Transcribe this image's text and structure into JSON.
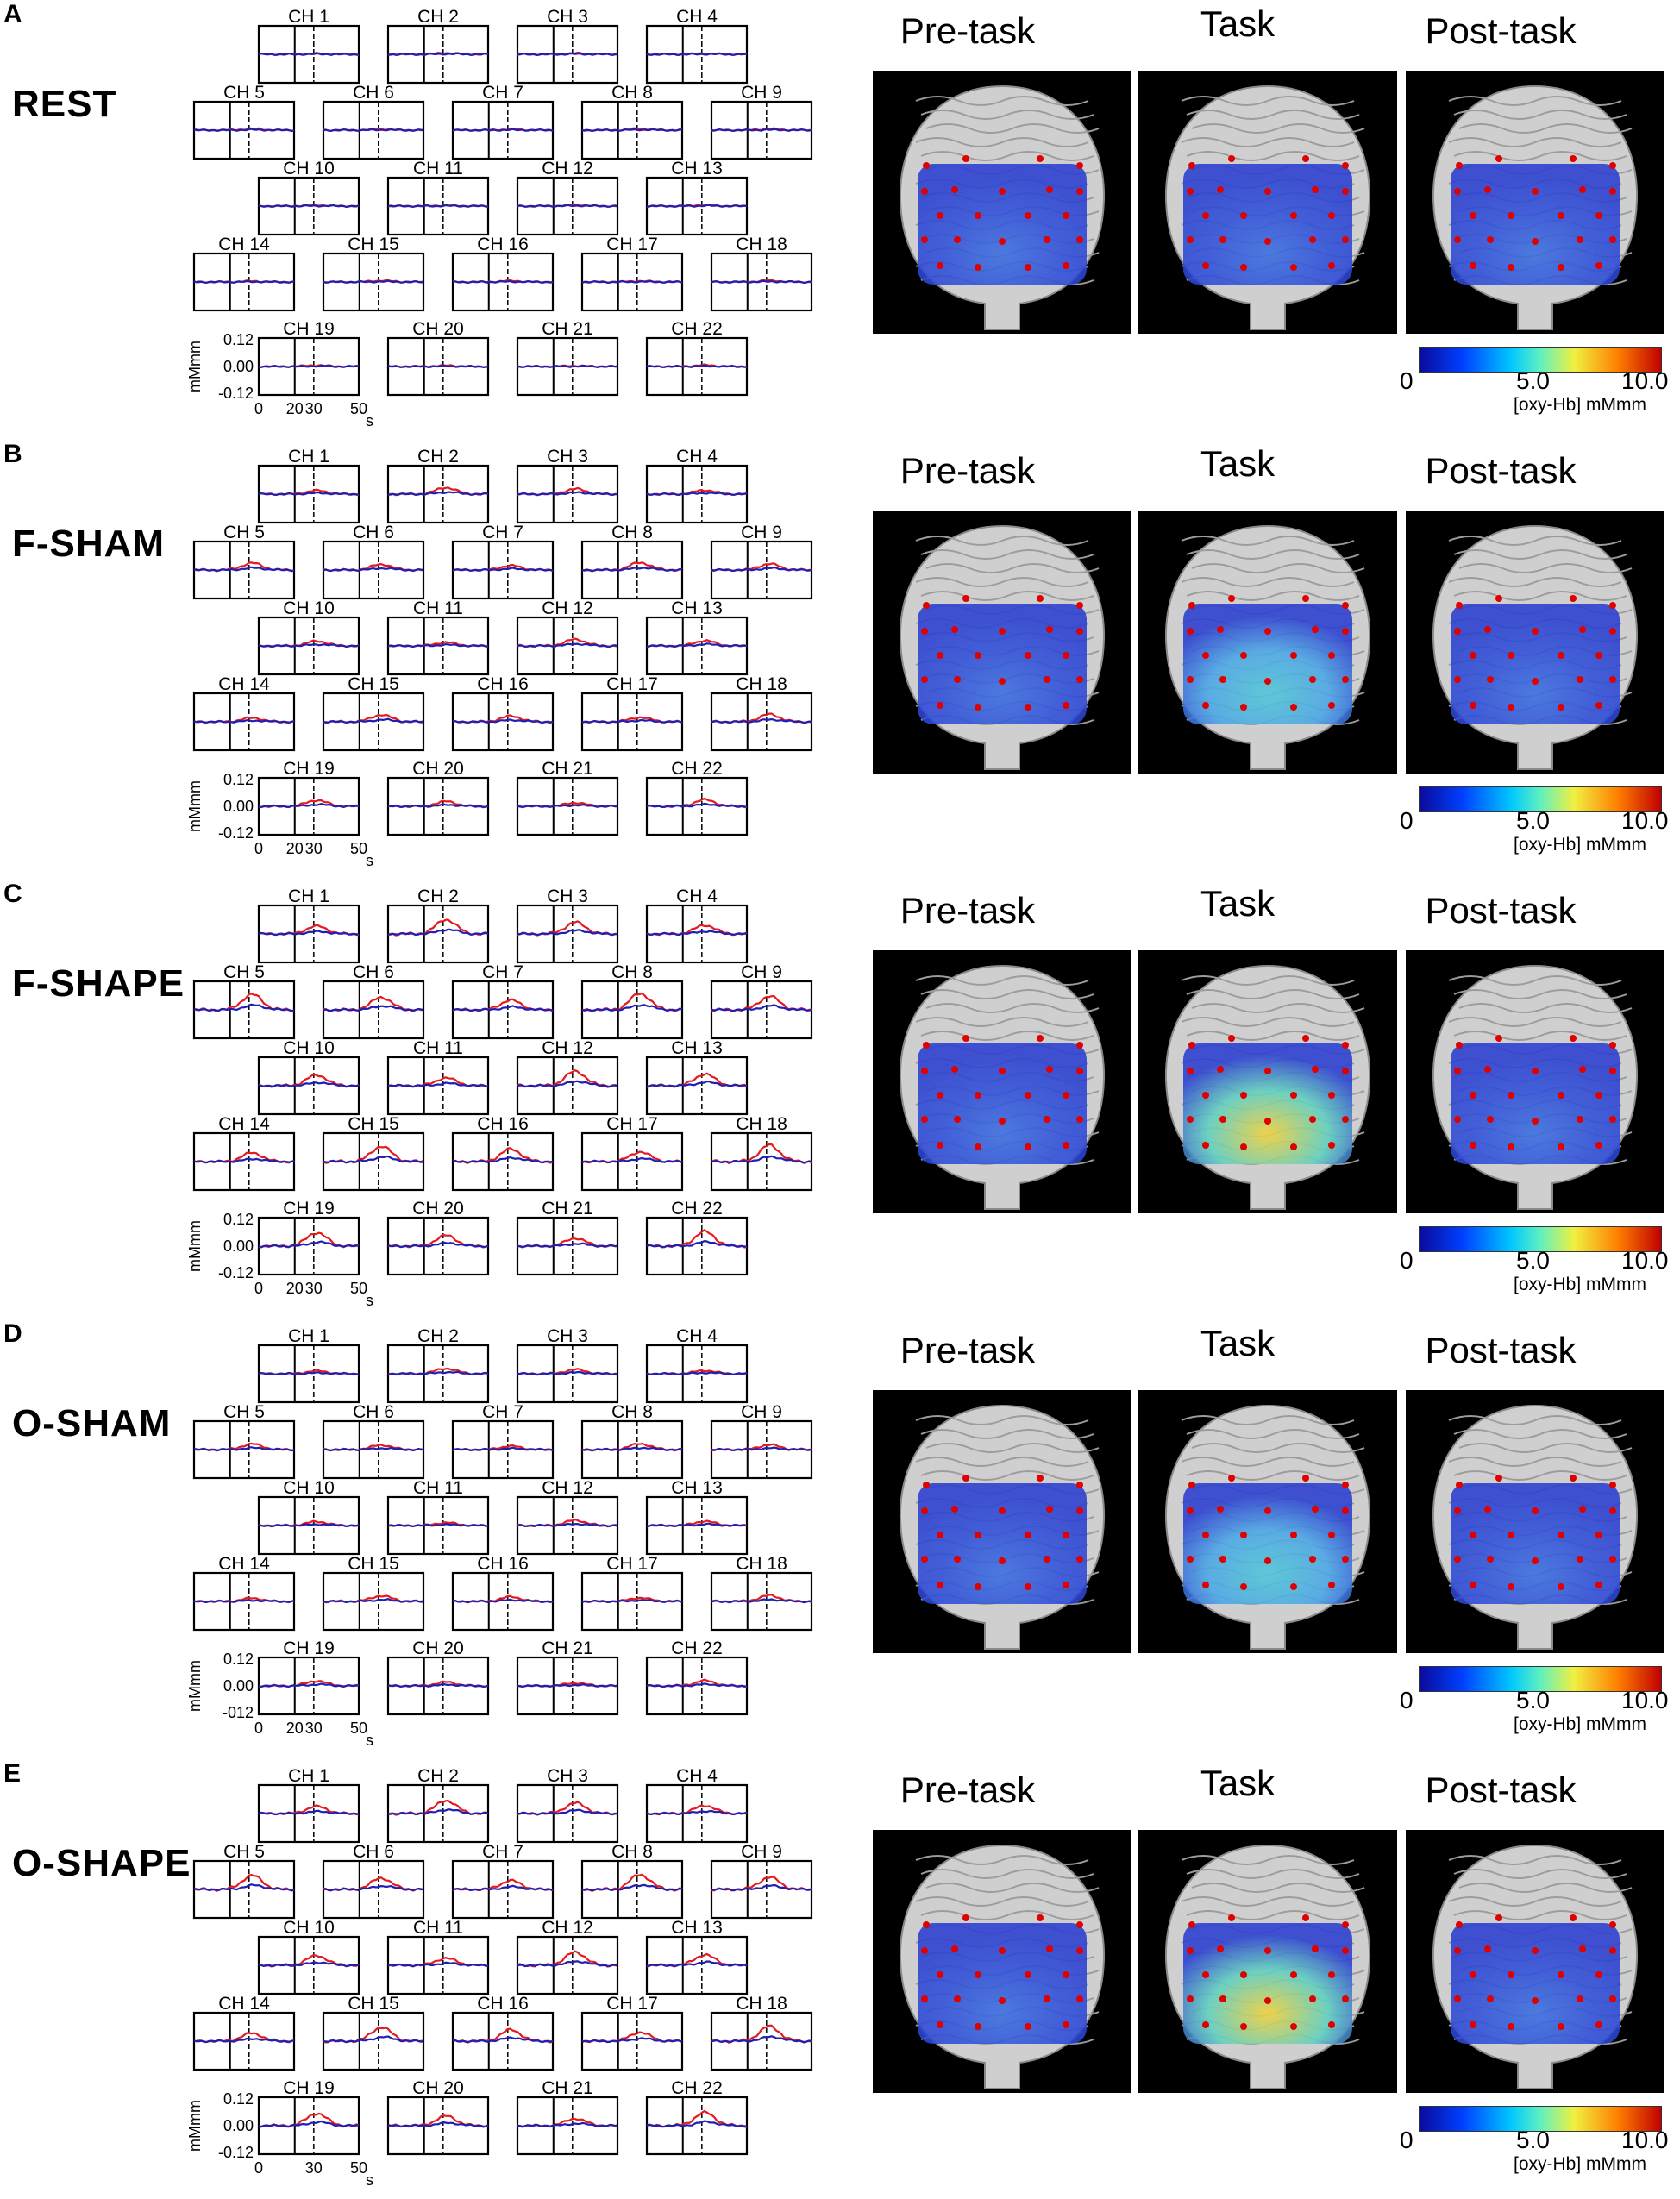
{
  "phases": [
    "Pre-task",
    "Task",
    "Post-task"
  ],
  "colorbar": {
    "min": "0",
    "mid": "5.0",
    "max": "10.0",
    "unit": "[oxy-Hb] mMmm"
  },
  "channels": [
    "CH 1",
    "CH 2",
    "CH 3",
    "CH 4",
    "CH 5",
    "CH 6",
    "CH 7",
    "CH 8",
    "CH 9",
    "CH 10",
    "CH 11",
    "CH 12",
    "CH 13",
    "CH 14",
    "CH 15",
    "CH 16",
    "CH 17",
    "CH 18",
    "CH 19",
    "CH 20",
    "CH 21",
    "CH 22"
  ],
  "axis": {
    "ylabel": "mMmm",
    "xunit": "s"
  },
  "panels": [
    {
      "letter": "A",
      "condition": "REST",
      "yticks": [
        "0.12",
        "0.00",
        "-0.12"
      ],
      "xticks": [
        "0",
        "20",
        "30",
        "50"
      ],
      "amp": 0.05,
      "activation": [
        0.08,
        0.1,
        0.08
      ]
    },
    {
      "letter": "B",
      "condition": "F-SHAM",
      "yticks": [
        "0.12",
        "0.00",
        "-0.12"
      ],
      "xticks": [
        "0",
        "20",
        "30",
        "50"
      ],
      "amp": 0.25,
      "activation": [
        0.25,
        0.45,
        0.25
      ]
    },
    {
      "letter": "C",
      "condition": "F-SHAPE",
      "yticks": [
        "0.12",
        "0.00",
        "-0.12"
      ],
      "xticks": [
        "0",
        "20",
        "30",
        "50"
      ],
      "amp": 0.55,
      "activation": [
        0.3,
        0.7,
        0.3
      ]
    },
    {
      "letter": "D",
      "condition": "O-SHAM",
      "yticks": [
        "0.12",
        "0.00",
        "-012"
      ],
      "xticks": [
        "0",
        "20",
        "30",
        "50"
      ],
      "amp": 0.2,
      "activation": [
        0.15,
        0.4,
        0.15
      ]
    },
    {
      "letter": "E",
      "condition": "O-SHAPE",
      "yticks": [
        "0.12",
        "0.00",
        "-0.12"
      ],
      "xticks": [
        "0",
        "30",
        "50"
      ],
      "amp": 0.5,
      "activation": [
        0.3,
        0.68,
        0.3
      ]
    }
  ],
  "colors": {
    "oxy": "#e41a1c",
    "deoxy": "#1f1fb4"
  }
}
